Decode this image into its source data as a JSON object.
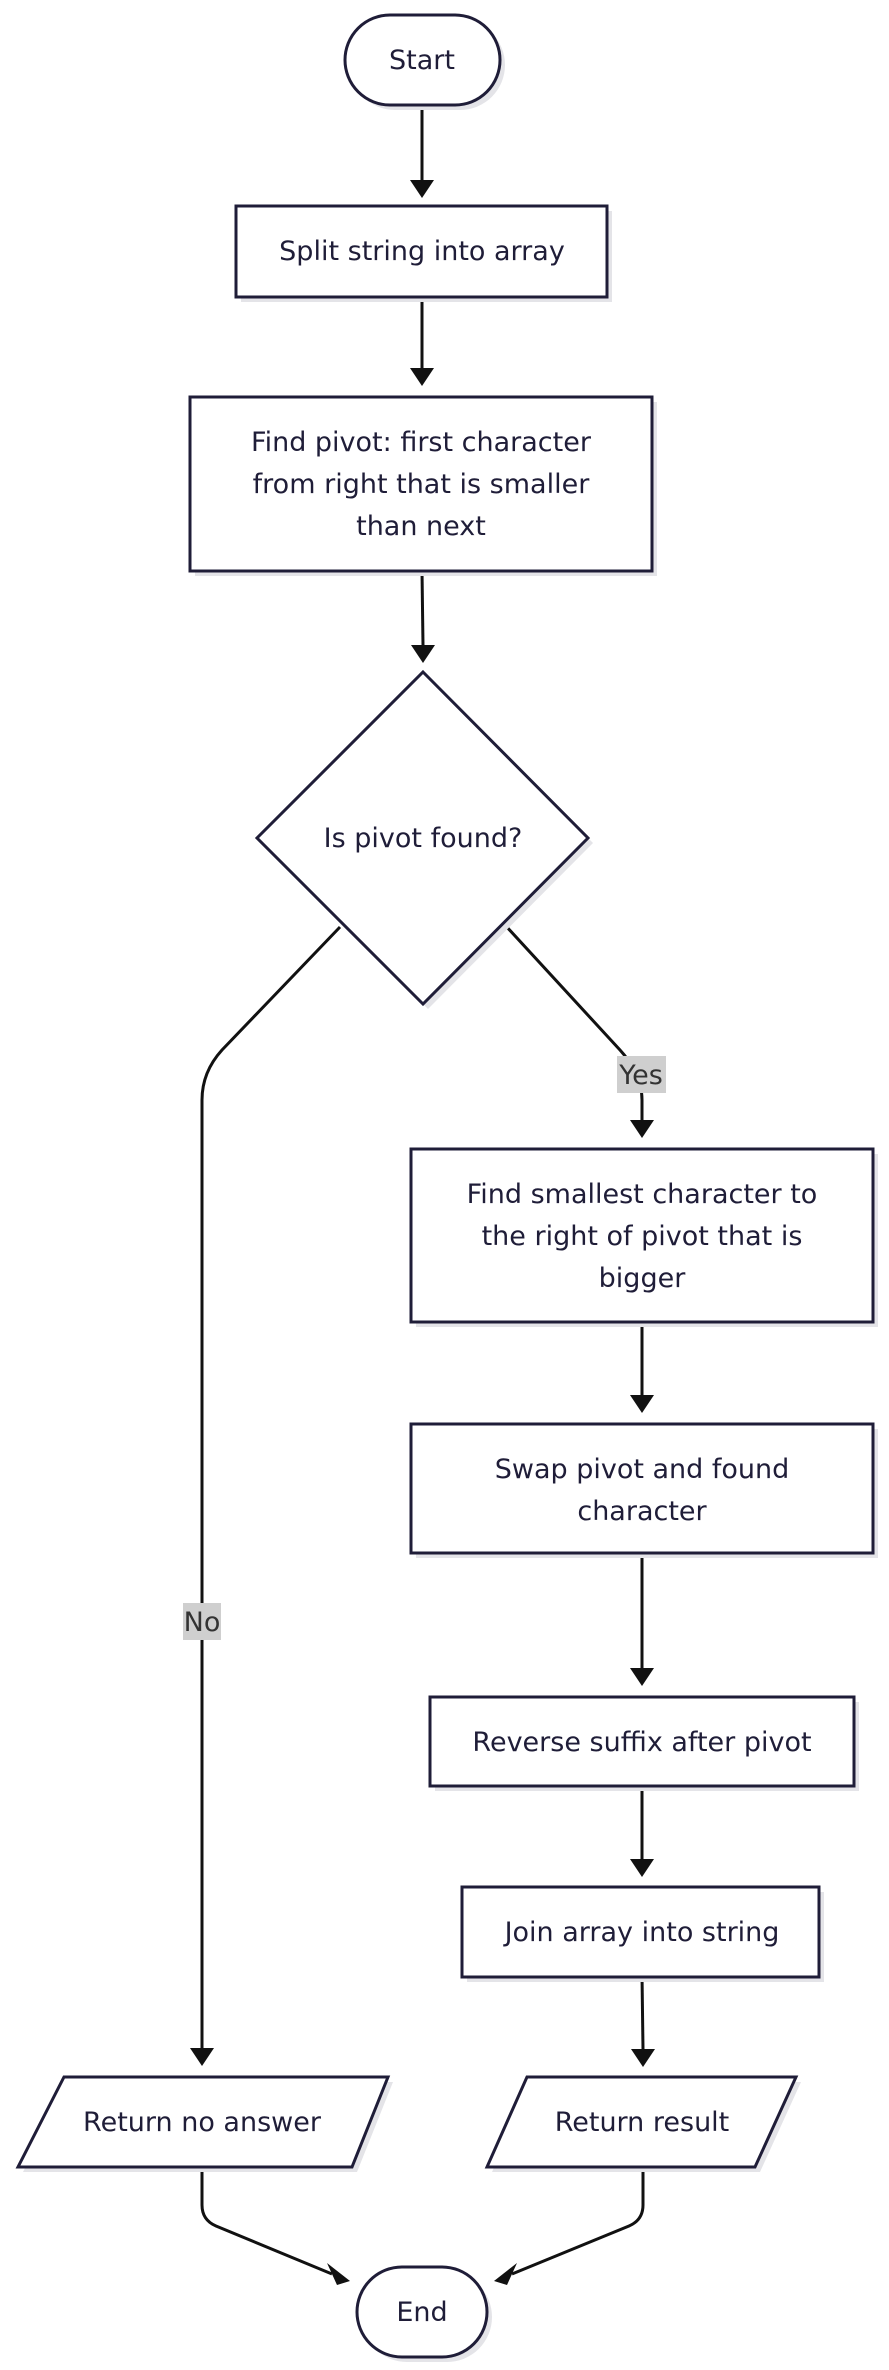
{
  "nodes": {
    "start": "Start",
    "split": "Split string into array",
    "find_pivot": [
      "Find pivot: first character",
      "from right that is smaller",
      "than next"
    ],
    "decision": "Is pivot found?",
    "find_smallest": [
      "Find smallest character to",
      "the right of pivot that is",
      "bigger"
    ],
    "swap": [
      "Swap pivot and found",
      "character"
    ],
    "reverse": "Reverse suffix after pivot",
    "join": "Join array into string",
    "return_no_answer": "Return no answer",
    "return_result": "Return result",
    "end": "End"
  },
  "edge_labels": {
    "yes": "Yes",
    "no": "No"
  }
}
